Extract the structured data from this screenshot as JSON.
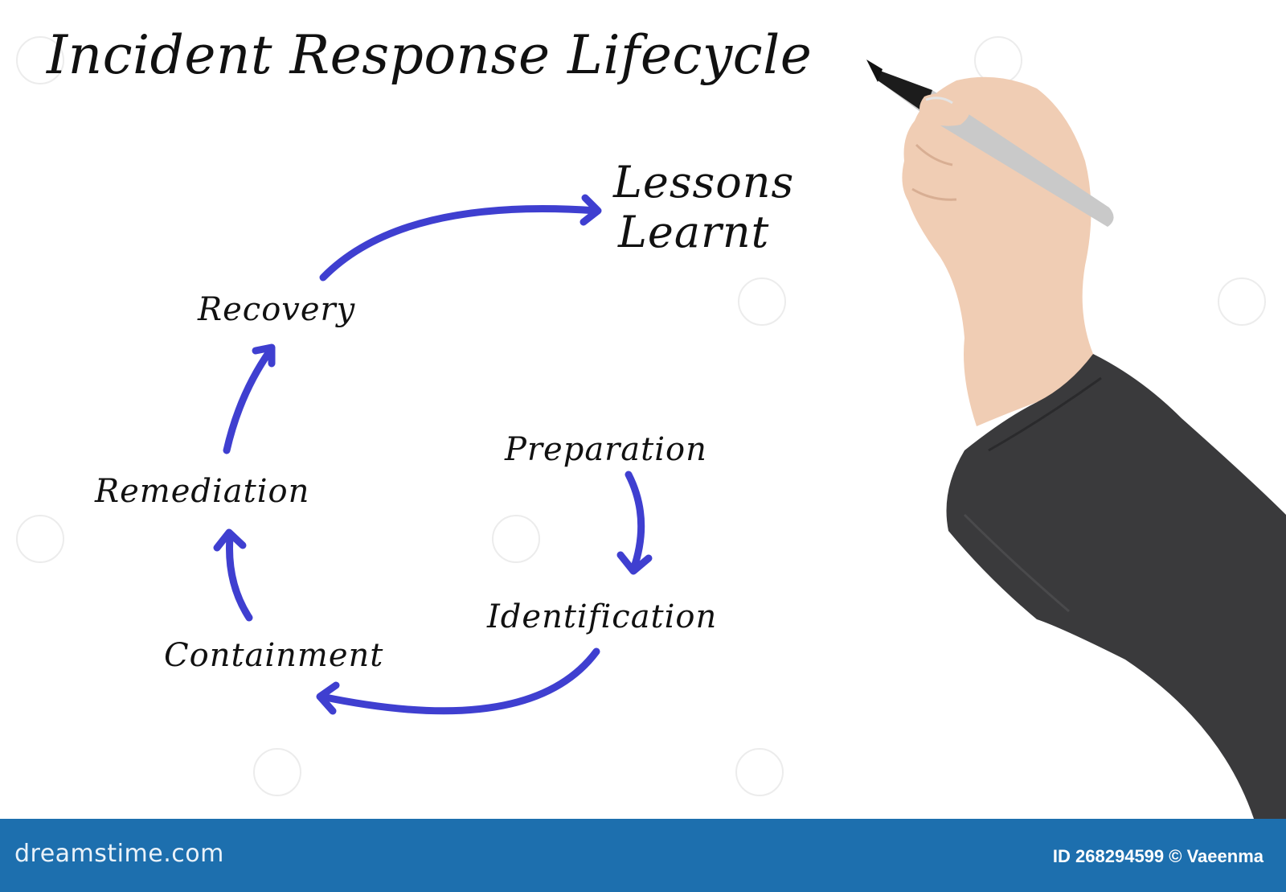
{
  "title": "Incident Response Lifecycle",
  "stages": {
    "lessons_line1": "Lessons",
    "lessons_line2": "Learnt",
    "recovery": "Recovery",
    "preparation": "Preparation",
    "remediation": "Remediation",
    "identification": "Identification",
    "containment": "Containment"
  },
  "colors": {
    "arrow": "#3f3fd0",
    "text": "#111111",
    "footer": "#1d6fae",
    "sleeve": "#3a3a3c",
    "skin": "#f0cdb4"
  },
  "footer": {
    "logo": "dreamstime.com",
    "id_text": "ID 268294599 © Vaeenma"
  }
}
